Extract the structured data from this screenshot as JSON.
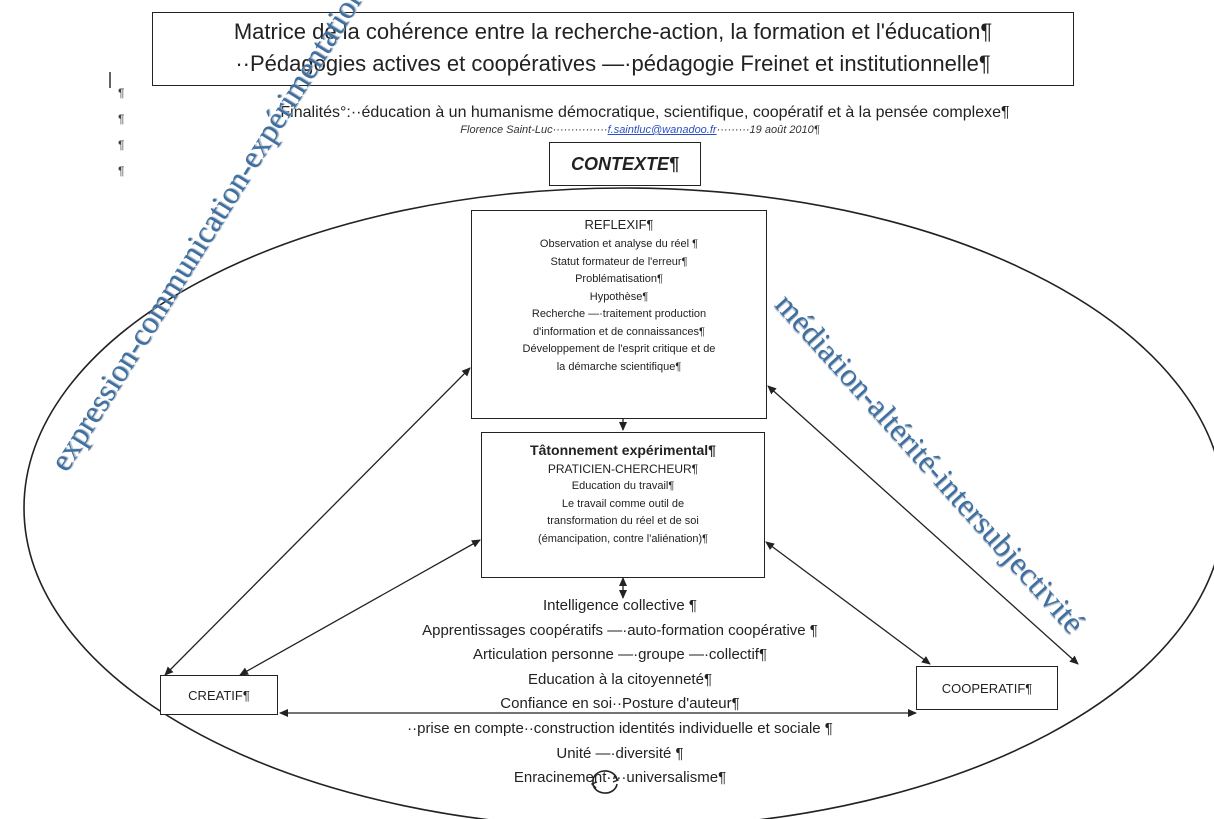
{
  "title": {
    "line1": "Matrice de la cohérence entre la recherche-action, la formation et l'éducation¶",
    "line2": "··Pédagogies actives et coopératives —·pédagogie Freinet et institutionnelle¶"
  },
  "finalites": "Finalités°:··éducation à un humanisme démocratique, scientifique, coopératif et à la pensée complexe¶",
  "author": {
    "name": "Florence Saint-Luc···············",
    "email": "f.saintluc@wanadoo.fr",
    "date": "·········19 août 2010¶"
  },
  "margin_marks": [
    "¶",
    "¶",
    "¶",
    "¶"
  ],
  "contexte": "CONTEXTE¶",
  "reflexif": {
    "title": "REFLEXIF¶",
    "lines": [
      "Observation et analyse du réel ¶",
      "Statut formateur de l'erreur¶",
      "Problématisation¶",
      "Hypothèse¶",
      "Recherche —·traitement production",
      "d'information et de connaissances¶",
      "Développement de l'esprit critique et de",
      "la démarche scientifique¶"
    ]
  },
  "tatonnement": {
    "title": "Tâtonnement expérimental¶",
    "subtitle": "PRATICIEN-CHERCHEUR¶",
    "lines": [
      "Education du travail¶",
      "Le travail comme outil de",
      "transformation du réel et de soi",
      "(émancipation, contre l'aliénation)¶"
    ]
  },
  "creatif": "CREATIF¶",
  "cooperatif": "COOPERATIF¶",
  "bottom_lines": [
    "Intelligence collective ¶",
    "Apprentissages coopératifs —·auto-formation coopérative ¶",
    "Articulation personne —·groupe —·collectif¶",
    "Education à la citoyenneté¶",
    "Confiance en soi··Posture d'auteur¶",
    "··prise en compte··construction identités individuelle et sociale ¶",
    "Unité —·diversité ¶",
    "Enracinement····universalisme¶"
  ],
  "side_left": "expression-communication-expérimentation",
  "side_right": "médiation-altérité-intersubjectivité",
  "colors": {
    "side_text": "#3f6fa0",
    "link": "#2a4fc2",
    "line": "#222222"
  }
}
